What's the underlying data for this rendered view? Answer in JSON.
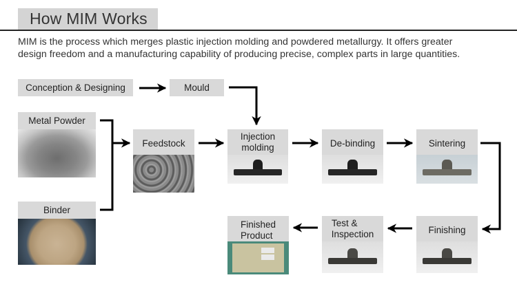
{
  "header": {
    "title": "How MIM Works",
    "intro_line1": "MIM is the process which merges plastic injection molding and powdered metallurgy. It offers greater",
    "intro_line2": "design freedom and a manufacturing capability of producing precise, complex parts in large quantities."
  },
  "steps": {
    "conception": "Conception & Designing",
    "mould": "Mould",
    "metal_powder": "Metal Powder",
    "binder": "Binder",
    "feedstock": "Feedstock",
    "injection_line1": "Injection",
    "injection_line2": "molding",
    "debinding": "De-binding",
    "sintering": "Sintering",
    "finishing": "Finishing",
    "test_line1": "Test &",
    "test_line2": "Inspection",
    "finished_line1": "Finished",
    "finished_line2": "Product"
  },
  "images": {
    "metal_powder": "metal-powder-photo",
    "binder": "binder-photo",
    "feedstock": "feedstock-pellets-photo",
    "injection": "green-part-photo",
    "debinding": "brown-part-photo",
    "sintering": "sintered-part-photo",
    "finishing": "finished-part-photo",
    "test": "inspected-part-photo",
    "finished": "packaged-product-photo"
  },
  "flow": [
    [
      "Conception & Designing",
      "Mould"
    ],
    [
      "Mould",
      "Injection molding"
    ],
    [
      "Metal Powder",
      "Feedstock"
    ],
    [
      "Binder",
      "Feedstock"
    ],
    [
      "Feedstock",
      "Injection molding"
    ],
    [
      "Injection molding",
      "De-binding"
    ],
    [
      "De-binding",
      "Sintering"
    ],
    [
      "Sintering",
      "Finishing"
    ],
    [
      "Finishing",
      "Test & Inspection"
    ],
    [
      "Test & Inspection",
      "Finished Product"
    ]
  ]
}
